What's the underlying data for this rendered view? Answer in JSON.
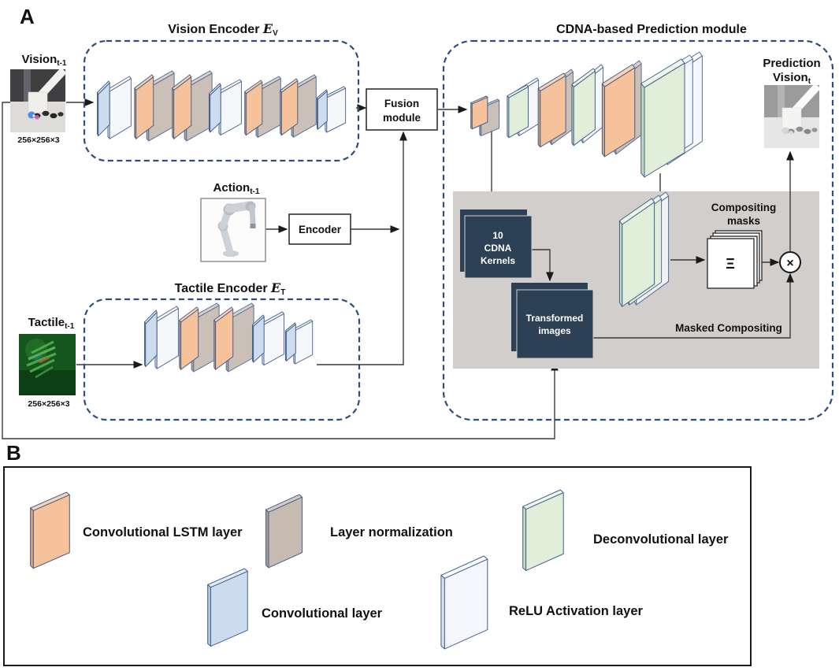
{
  "colors": {
    "dashed_border": "#2d4d7c",
    "panel_gray": "#d2cecb",
    "dark_navy_box": "#2d4156",
    "conv_lstm_orange": "#f6c29c",
    "layer_norm_gray": "#c6bab1",
    "conv_blue": "#ccdcee",
    "relu_white": "#f4f7fb",
    "deconv_green": "#e1efda"
  },
  "panel_a": {
    "label": "A",
    "inputs": {
      "vision": {
        "name": "Vision",
        "sub": "t-1",
        "size": "256×256×3"
      },
      "action": {
        "name": "Action",
        "sub": "t-1"
      },
      "tactile": {
        "name": "Tactile",
        "sub": "t-1",
        "size": "256×256×3"
      }
    },
    "vision_encoder_title": {
      "text": "Vision Encoder ",
      "sym": "E",
      "sym_sub": "V"
    },
    "tactile_encoder_title": {
      "text": "Tactile Encoder ",
      "sym": "E",
      "sym_sub": "T"
    },
    "action_encoder_label": "Encoder",
    "fusion": {
      "line1": "Fusion",
      "line2": "module"
    },
    "prediction_module": {
      "title": "CDNA-based Prediction module",
      "kernels": {
        "line1": "10",
        "line2": "CDNA",
        "line3": "Kernels"
      },
      "transformed": {
        "line1": "Transformed",
        "line2": "images"
      },
      "compositing_masks": {
        "line1": "Compositing",
        "line2": "masks",
        "symbol": "Ξ"
      },
      "multiply_symbol": "×",
      "masked_compositing": "Masked Compositing",
      "output": {
        "line1": "Prediction",
        "name": "Vision",
        "sub": "t"
      }
    }
  },
  "panel_b": {
    "label": "B",
    "items": [
      {
        "label": "Convolutional LSTM layer"
      },
      {
        "label": "Layer normalization"
      },
      {
        "label": "Deconvolutional layer"
      },
      {
        "label": "Convolutional layer"
      },
      {
        "label": "ReLU Activation layer"
      }
    ]
  }
}
